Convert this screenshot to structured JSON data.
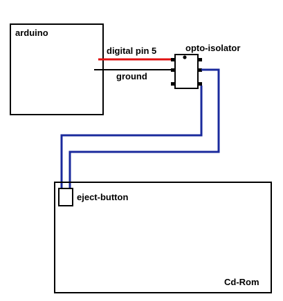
{
  "labels": {
    "arduino": "arduino",
    "digital_pin": "digital pin 5",
    "ground": "ground",
    "opto_isolator": "opto-isolator",
    "eject_button": "eject-button",
    "cdrom": "Cd-Rom"
  },
  "colors": {
    "outline": "#000000",
    "signal_wire": "#e01010",
    "ground_wire": "#000000",
    "button_wire": "#1a2a9c",
    "background": "#ffffff"
  }
}
